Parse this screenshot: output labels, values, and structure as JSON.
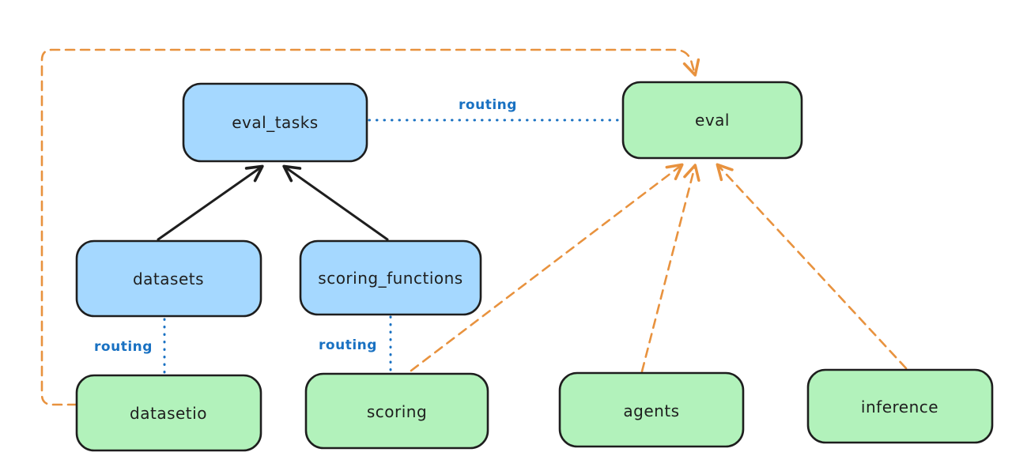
{
  "diagram": {
    "title": "",
    "palette": {
      "background": "#ffffff",
      "api_fill_blue": "#a5d8ff",
      "provider_fill_green": "#b2f2bb",
      "node_stroke": "#1e1e1e",
      "solid_arrow": "#1e1e1e",
      "routing_blue": "#1971c2",
      "dashed_orange": "#e8923e"
    },
    "nodes": {
      "eval_tasks": {
        "label": "eval_tasks",
        "fill": "#a5d8ff"
      },
      "eval": {
        "label": "eval",
        "fill": "#b2f2bb"
      },
      "datasets": {
        "label": "datasets",
        "fill": "#a5d8ff"
      },
      "scoring_functions": {
        "label": "scoring_functions",
        "fill": "#a5d8ff"
      },
      "datasetio": {
        "label": "datasetio",
        "fill": "#b2f2bb"
      },
      "scoring": {
        "label": "scoring",
        "fill": "#b2f2bb"
      },
      "agents": {
        "label": "agents",
        "fill": "#b2f2bb"
      },
      "inference": {
        "label": "inference",
        "fill": "#b2f2bb"
      }
    },
    "edges": [
      {
        "from": "datasets",
        "to": "eval_tasks",
        "style": "solid",
        "color": "#1e1e1e",
        "label": ""
      },
      {
        "from": "scoring_functions",
        "to": "eval_tasks",
        "style": "solid",
        "color": "#1e1e1e",
        "label": ""
      },
      {
        "from": "eval_tasks",
        "to": "eval",
        "style": "dotted",
        "color": "#1971c2",
        "label": "routing"
      },
      {
        "from": "datasets",
        "to": "datasetio",
        "style": "dotted",
        "color": "#1971c2",
        "label": "routing"
      },
      {
        "from": "scoring_functions",
        "to": "scoring",
        "style": "dotted",
        "color": "#1971c2",
        "label": "routing"
      },
      {
        "from": "datasetio",
        "to": "eval",
        "style": "dashed-arrow",
        "color": "#e8923e",
        "label": ""
      },
      {
        "from": "scoring",
        "to": "eval",
        "style": "dashed-arrow",
        "color": "#e8923e",
        "label": ""
      },
      {
        "from": "agents",
        "to": "eval",
        "style": "dashed-arrow",
        "color": "#e8923e",
        "label": ""
      },
      {
        "from": "inference",
        "to": "eval",
        "style": "dashed-arrow",
        "color": "#e8923e",
        "label": ""
      }
    ]
  }
}
